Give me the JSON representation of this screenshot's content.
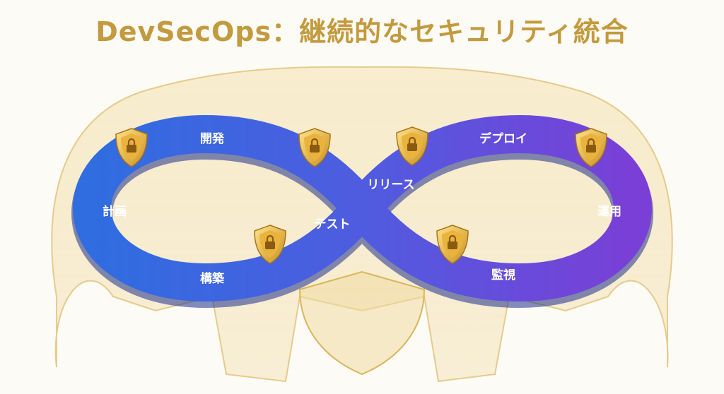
{
  "title": "DevSecOps：継続的なセキュリティ統合",
  "stages": [
    {
      "label": "計画"
    },
    {
      "label": "開発"
    },
    {
      "label": "構築"
    },
    {
      "label": "テスト"
    },
    {
      "label": "リリース"
    },
    {
      "label": "デプロイ"
    },
    {
      "label": "運用"
    },
    {
      "label": "監視"
    }
  ],
  "shields": {
    "icon": "padlock-shield-icon",
    "count": 6
  },
  "colors": {
    "title": "#c39a3e",
    "loop_left": "#2f6de0",
    "loop_right": "#7a3fd6",
    "gold": "#e2c27a"
  }
}
